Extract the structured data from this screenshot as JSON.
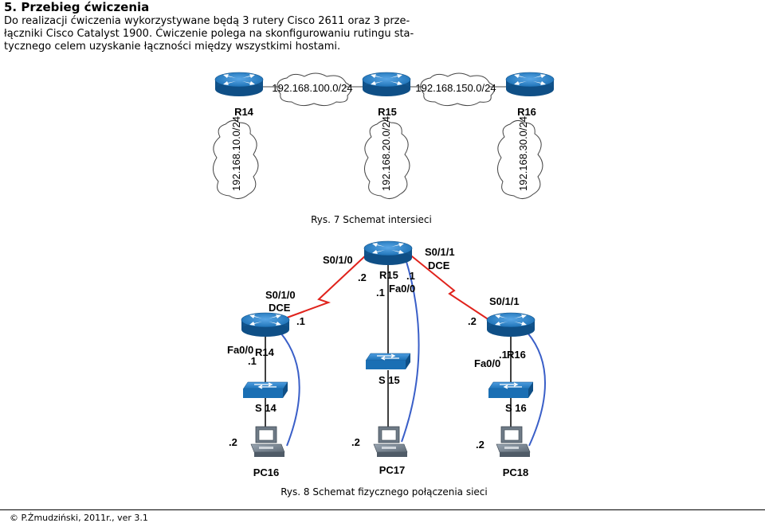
{
  "section_title": "5. Przebieg ćwiczenia",
  "intro_lines": [
    "Do realizacji ćwiczenia wykorzystywane będą 3 rutery Cisco 2611 oraz 3 prze-",
    "łączniki Cisco Catalyst 1900. Ćwiczenie polega na skonfigurowaniu rutingu sta-",
    "tycznego celem uzyskanie łączności między wszystkimi hostami."
  ],
  "logical": {
    "routers": [
      "R14",
      "R15",
      "R16"
    ],
    "wan_networks": [
      "192.168.100.0/24",
      "192.168.150.0/24"
    ],
    "lan_networks": [
      "192.168.10.0/24",
      "192.168.20.0/24",
      "192.168.30.0/24"
    ],
    "caption": "Rys. 7 Schemat intersieci"
  },
  "physical": {
    "r15_s010": "S0/1/0",
    "r15_s011": "S0/1/1",
    "r15_dce": "DCE",
    "r15_s010_addr": ".2",
    "r15_name": "R15",
    "r15_s011_addr": ".1",
    "r15_fa_addr": ".1",
    "r15_fa": "Fa0/0",
    "r14_s010": "S0/1/0",
    "r14_dce": "DCE",
    "r14_s_addr": ".1",
    "r14_fa": "Fa0/0",
    "r14_fa_addr": ".1",
    "r14_name": "R14",
    "r16_s011": "S0/1/1",
    "r16_s_addr": ".2",
    "r16_fa_addr": ".1",
    "r16_name": "R16",
    "r16_fa": "Fa0/0",
    "s15_name": "S 15",
    "s14_name": "S 14",
    "s16_name": "S 16",
    "pc16_addr": ".2",
    "pc17_addr": ".2",
    "pc18_addr": ".2",
    "pc16_name": "PC16",
    "pc17_name": "PC17",
    "pc18_name": "PC18",
    "caption": "Rys. 8 Schemat fizycznego połączenia sieci"
  },
  "footer": "© P.Żmudziński, 2011r., ver 3.1",
  "colors": {
    "router": "#1a6fb4",
    "serial_link": "#e0231c",
    "ethernet_link": "#000000",
    "console_cable": "#3a5fc8",
    "cloud_stroke": "#444444"
  }
}
